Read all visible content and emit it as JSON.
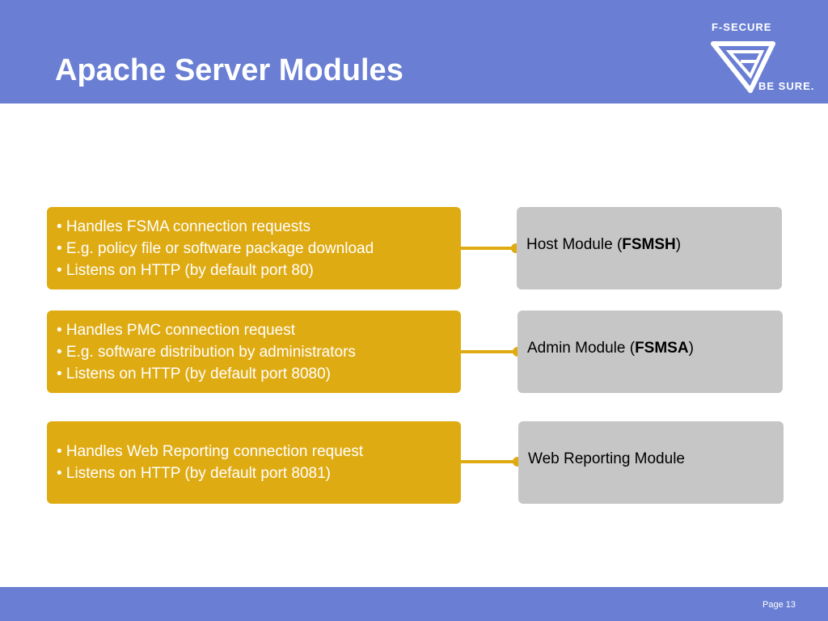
{
  "header": {
    "title": "Apache Server Modules",
    "logo": {
      "top_text": "F-SECURE",
      "bottom_text": "BE SURE.",
      "icon": "f-secure-logo-icon"
    }
  },
  "rows": [
    {
      "bullets": [
        "• Handles FSMA connection requests",
        "• E.g. policy file or software package download",
        "• Listens on HTTP (by default port 80)"
      ],
      "module_prefix": "Host Module (",
      "module_bold": "FSMSH",
      "module_suffix": ")"
    },
    {
      "bullets": [
        "• Handles PMC connection request",
        "• E.g. software distribution by administrators",
        "• Listens on HTTP (by default port 8080)"
      ],
      "module_prefix": "Admin Module (",
      "module_bold": "FSMSA",
      "module_suffix": ")"
    },
    {
      "bullets": [
        "• Handles Web Reporting connection request",
        "• Listens on HTTP (by default port 8081)"
      ],
      "module_prefix": "Web Reporting Module",
      "module_bold": "",
      "module_suffix": ""
    }
  ],
  "footer": {
    "page": "Page 13"
  },
  "colors": {
    "header": "#6a7fd3",
    "gold": "#dfab13",
    "gray": "#c6c6c6"
  }
}
